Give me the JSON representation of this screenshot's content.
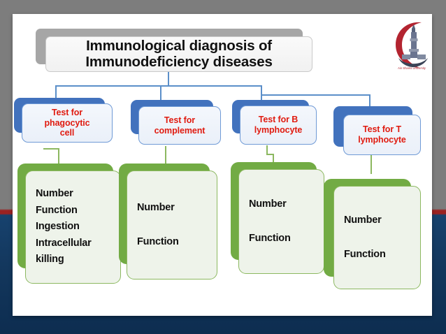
{
  "slide": {
    "title": "Immunological diagnosis of\nImmunodeficiency diseases",
    "logo_name": "ain-shams-university-crescent-tower-logo",
    "colors": {
      "blue_box_fill": "#4272bd",
      "blue_label_text": "#e01b10",
      "green_box_fill": "#72ab44",
      "title_shadow": "#a6a6a6",
      "frame_top": "#7d7d7d",
      "frame_bottom": "#0d2d50",
      "accent_red_rule": "#9b2222"
    }
  },
  "branches": [
    {
      "id": "phagocytic",
      "test_label": "Test for\nphagocytic\ncell",
      "details": "Number\nFunction\nIngestion\nIntracellular\nkilling"
    },
    {
      "id": "complement",
      "test_label": "Test for\ncomplement",
      "details": "Number\n\nFunction"
    },
    {
      "id": "b-lymphocyte",
      "test_label": "Test for B\nlymphocyte",
      "details": "Number\n\nFunction"
    },
    {
      "id": "t-lymphocyte",
      "test_label": "Test for T\nlymphocyte",
      "details": "Number\n\nFunction"
    }
  ]
}
